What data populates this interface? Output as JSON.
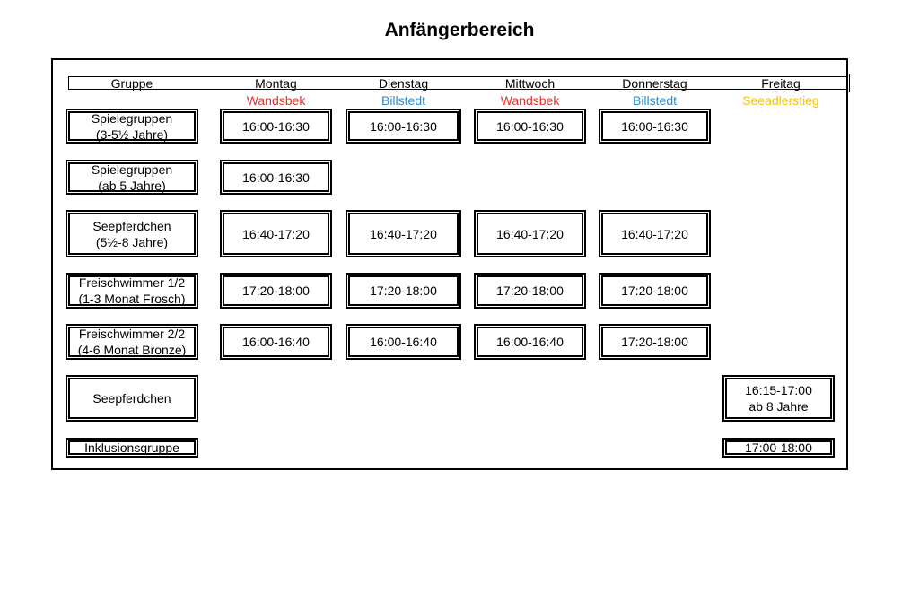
{
  "title": "Anfängerbereich",
  "columns": [
    "Gruppe",
    "Montag",
    "Dienstag",
    "Mittwoch",
    "Donnerstag",
    "Freitag"
  ],
  "locations": [
    {
      "name": "Wandsbek",
      "color": "#e0302a"
    },
    {
      "name": "Billstedt",
      "color": "#2e8bd0"
    },
    {
      "name": "Wandsbek",
      "color": "#e0302a"
    },
    {
      "name": "Billstedt",
      "color": "#2e8bd0"
    },
    {
      "name": "Seeadlerstieg",
      "color": "#f2c400"
    }
  ],
  "rows": [
    {
      "group": "Spielegruppen\n(3-5½ Jahre)",
      "times": [
        "16:00-16:30",
        "16:00-16:30",
        "16:00-16:30",
        "16:00-16:30",
        null
      ]
    },
    {
      "group": "Spielegruppen\n(ab 5 Jahre)",
      "times": [
        "16:00-16:30",
        null,
        null,
        null,
        null
      ]
    },
    {
      "group": "Seepferdchen\n(5½-8 Jahre)",
      "times": [
        "16:40-17:20",
        "16:40-17:20",
        "16:40-17:20",
        "16:40-17:20",
        null
      ]
    },
    {
      "group": "Freischwimmer 1/2\n(1-3 Monat Frosch)",
      "times": [
        "17:20-18:00",
        "17:20-18:00",
        "17:20-18:00",
        "17:20-18:00",
        null
      ]
    },
    {
      "group": "Freischwimmer 2/2\n(4-6 Monat Bronze)",
      "times": [
        "16:00-16:40",
        "16:00-16:40",
        "16:00-16:40",
        "17:20-18:00",
        null
      ]
    },
    {
      "group": "Seepferdchen",
      "times": [
        null,
        null,
        null,
        null,
        "16:15-17:00\nab 8 Jahre"
      ]
    },
    {
      "group": "Inklusionsgruppe",
      "times": [
        null,
        null,
        null,
        null,
        "17:00-18:00"
      ]
    }
  ]
}
